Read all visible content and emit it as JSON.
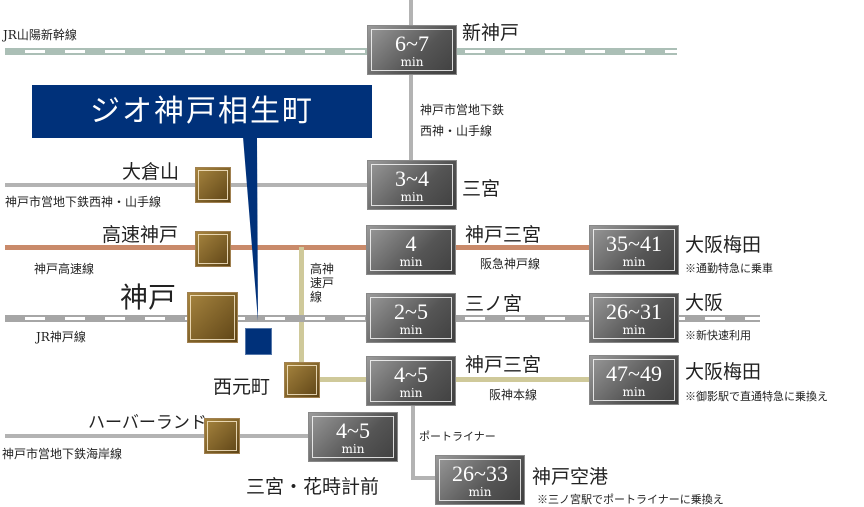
{
  "property": {
    "name": "ジオ神戸相生町"
  },
  "lines": {
    "shinkansen": "JR山陽新幹線",
    "seishin": "神戸市営地下鉄西神・山手線",
    "subway_vertical": "神戸市営地下鉄\n西神・山手線",
    "kosoku": "神戸高速線",
    "kosoku_vertical": "高神\n速戸\n線",
    "jr": "JR神戸線",
    "kaigan": "神戸市営地下鉄海岸線",
    "hankyu": "阪急神戸線",
    "hanshin": "阪神本線",
    "portliner": "ポートライナー"
  },
  "stations": {
    "shinkobe": "新神戸",
    "sannomiya": "三宮",
    "okurayama": "大倉山",
    "kosokukobe": "高速神戸",
    "kobe": "神戸",
    "nishimotomachi": "西元町",
    "harborland": "ハーバーランド",
    "hanadokei": "三宮・花時計前",
    "kobesannomiya1": "神戸三宮",
    "sannomiya_jr": "三ノ宮",
    "kobesannomiya2": "神戸三宮",
    "umeda1": "大阪梅田",
    "osaka": "大阪",
    "umeda2": "大阪梅田",
    "airport": "神戸空港"
  },
  "notes": {
    "umeda1": "※通勤特急に乗車",
    "osaka": "※新快速利用",
    "umeda2": "※御影駅で直通特急に乗換え",
    "airport": "※三ノ宮駅でポートライナーに乗換え"
  },
  "times": {
    "unit": "min",
    "shinkobe": "6~7",
    "sannomiya": "3~4",
    "hankyu": "4",
    "jr": "2~5",
    "hanshin": "4~5",
    "umeda1": "35~41",
    "osaka": "26~31",
    "umeda2": "47~49",
    "hanadokei": "4~5",
    "airport": "26~33"
  },
  "colors": {
    "banner": "#00317a",
    "hankyu": "#c98a6a",
    "hanshin": "#cfc99a"
  }
}
